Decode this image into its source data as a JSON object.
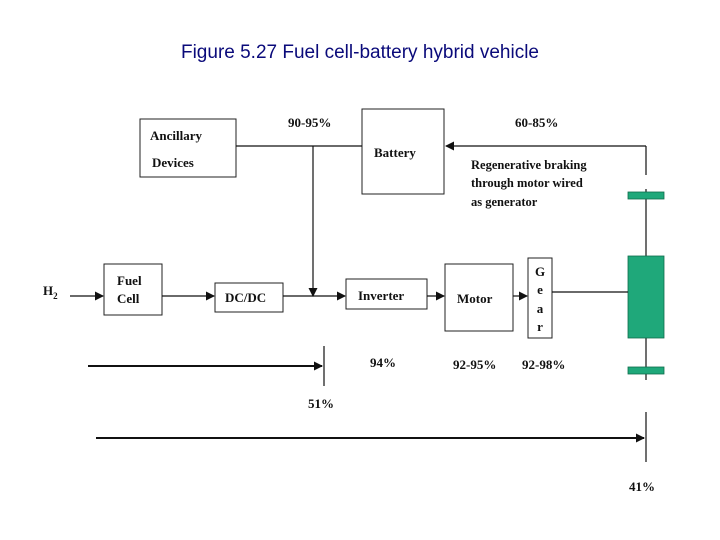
{
  "title": "Figure 5.27 Fuel cell-battery hybrid vehicle",
  "blocks": {
    "ancillary_line1": "Ancillary",
    "ancillary_line2": "Devices",
    "battery": "Battery",
    "fuel_line1": "Fuel",
    "fuel_line2": "Cell",
    "dcdc": "DC/DC",
    "inverter": "Inverter",
    "motor": "Motor",
    "gear_letters": [
      "G",
      "e",
      "a",
      "r"
    ]
  },
  "input": {
    "h2": "H",
    "h2_sub": "2"
  },
  "regen": {
    "line1": "Regenerative braking",
    "line2": "through motor wired",
    "line3": "as generator"
  },
  "efficiencies": {
    "battery_in": "90-95%",
    "regen": "60-85%",
    "inverter": "94%",
    "motor": "92-95%",
    "gear": "92-98%",
    "subtotal": "51%",
    "total": "41%"
  },
  "colors": {
    "title": "#0a0a7a",
    "wheel": "#1fa87a"
  }
}
